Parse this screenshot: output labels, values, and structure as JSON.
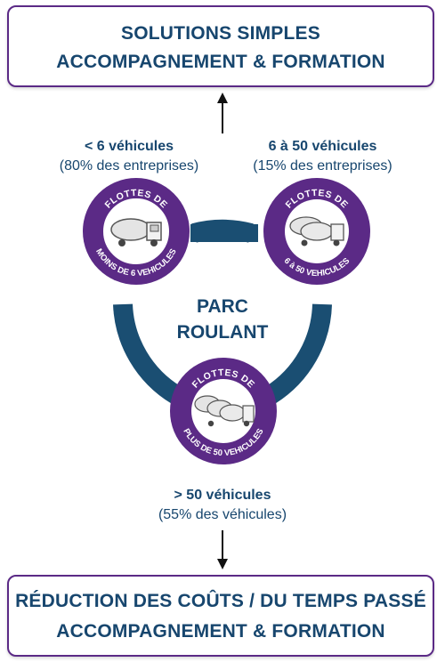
{
  "top_box": {
    "line1": "SOLUTIONS SIMPLES",
    "line2": "ACCOMPAGNEMENT & FORMATION"
  },
  "bottom_box": {
    "line1": "RÉDUCTION DES COÛTS / DU TEMPS PASSÉ",
    "line2": "ACCOMPAGNEMENT & FORMATION"
  },
  "center": {
    "line1": "PARC",
    "line2": "ROULANT"
  },
  "segments": {
    "small": {
      "count_label": "< 6 véhicules",
      "share_label": "(80% des entreprises)",
      "badge_top": "FLOTTES DE",
      "badge_bottom": "MOINS DE 6 VEHICULES"
    },
    "medium": {
      "count_label": "6 à 50 véhicules",
      "share_label": "(15% des entreprises)",
      "badge_top": "FLOTTES DE",
      "badge_bottom": "6 à 50 VEHICULES"
    },
    "large": {
      "count_label": "> 50 véhicules",
      "share_label": "(55% des véhicules)",
      "badge_top": "FLOTTES DE",
      "badge_bottom": "PLUS DE 50 VEHICULES"
    }
  },
  "colors": {
    "ring": "#1a4e72",
    "badge": "#5b2a86",
    "text": "#17466e",
    "box_border": "#5b2a86"
  },
  "icons": {
    "badge_picture": "tanker-truck-icon",
    "arrow": "arrow-icon"
  }
}
